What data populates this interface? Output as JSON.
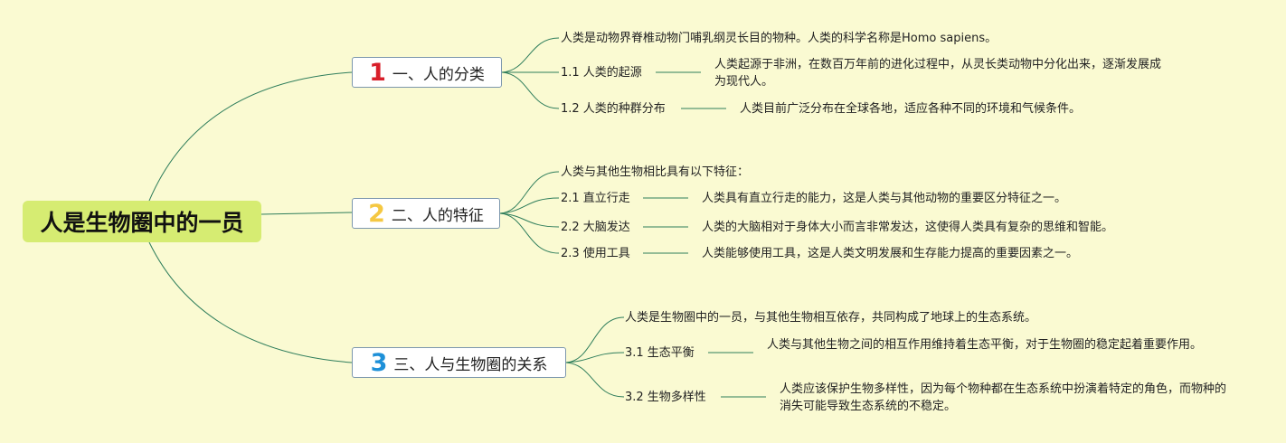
{
  "colors": {
    "background": "#fafad2",
    "root_fill": "#d6ec72",
    "connector": "#2e7d5b",
    "num1": "#d81f2a",
    "num2": "#f5c842",
    "num3": "#1e90d8"
  },
  "root": {
    "label": "人是生物圈中的一员"
  },
  "branches": [
    {
      "number": "1",
      "label": "一、人的分类",
      "intro": "人类是动物界脊椎动物门哺乳纲灵长目的物种。人类的科学名称是Homo sapiens。",
      "items": [
        {
          "label": "1.1 人类的起源",
          "detail": "人类起源于非洲，在数百万年前的进化过程中，从灵长类动物中分化出来，逐渐发展成为现代人。"
        },
        {
          "label": "1.2 人类的种群分布",
          "detail": "人类目前广泛分布在全球各地，适应各种不同的环境和气候条件。"
        }
      ]
    },
    {
      "number": "2",
      "label": "二、人的特征",
      "intro": "人类与其他生物相比具有以下特征：",
      "items": [
        {
          "label": "2.1 直立行走",
          "detail": "人类具有直立行走的能力，这是人类与其他动物的重要区分特征之一。"
        },
        {
          "label": "2.2 大脑发达",
          "detail": "人类的大脑相对于身体大小而言非常发达，这使得人类具有复杂的思维和智能。"
        },
        {
          "label": "2.3 使用工具",
          "detail": "人类能够使用工具，这是人类文明发展和生存能力提高的重要因素之一。"
        }
      ]
    },
    {
      "number": "3",
      "label": "三、人与生物圈的关系",
      "intro": "人类是生物圈中的一员，与其他生物相互依存，共同构成了地球上的生态系统。",
      "items": [
        {
          "label": "3.1 生态平衡",
          "detail": "人类与其他生物之间的相互作用维持着生态平衡，对于生物圈的稳定起着重要作用。"
        },
        {
          "label": "3.2 生物多样性",
          "detail": "人类应该保护生物多样性，因为每个物种都在生态系统中扮演着特定的角色，而物种的消失可能导致生态系统的不稳定。"
        }
      ]
    }
  ]
}
